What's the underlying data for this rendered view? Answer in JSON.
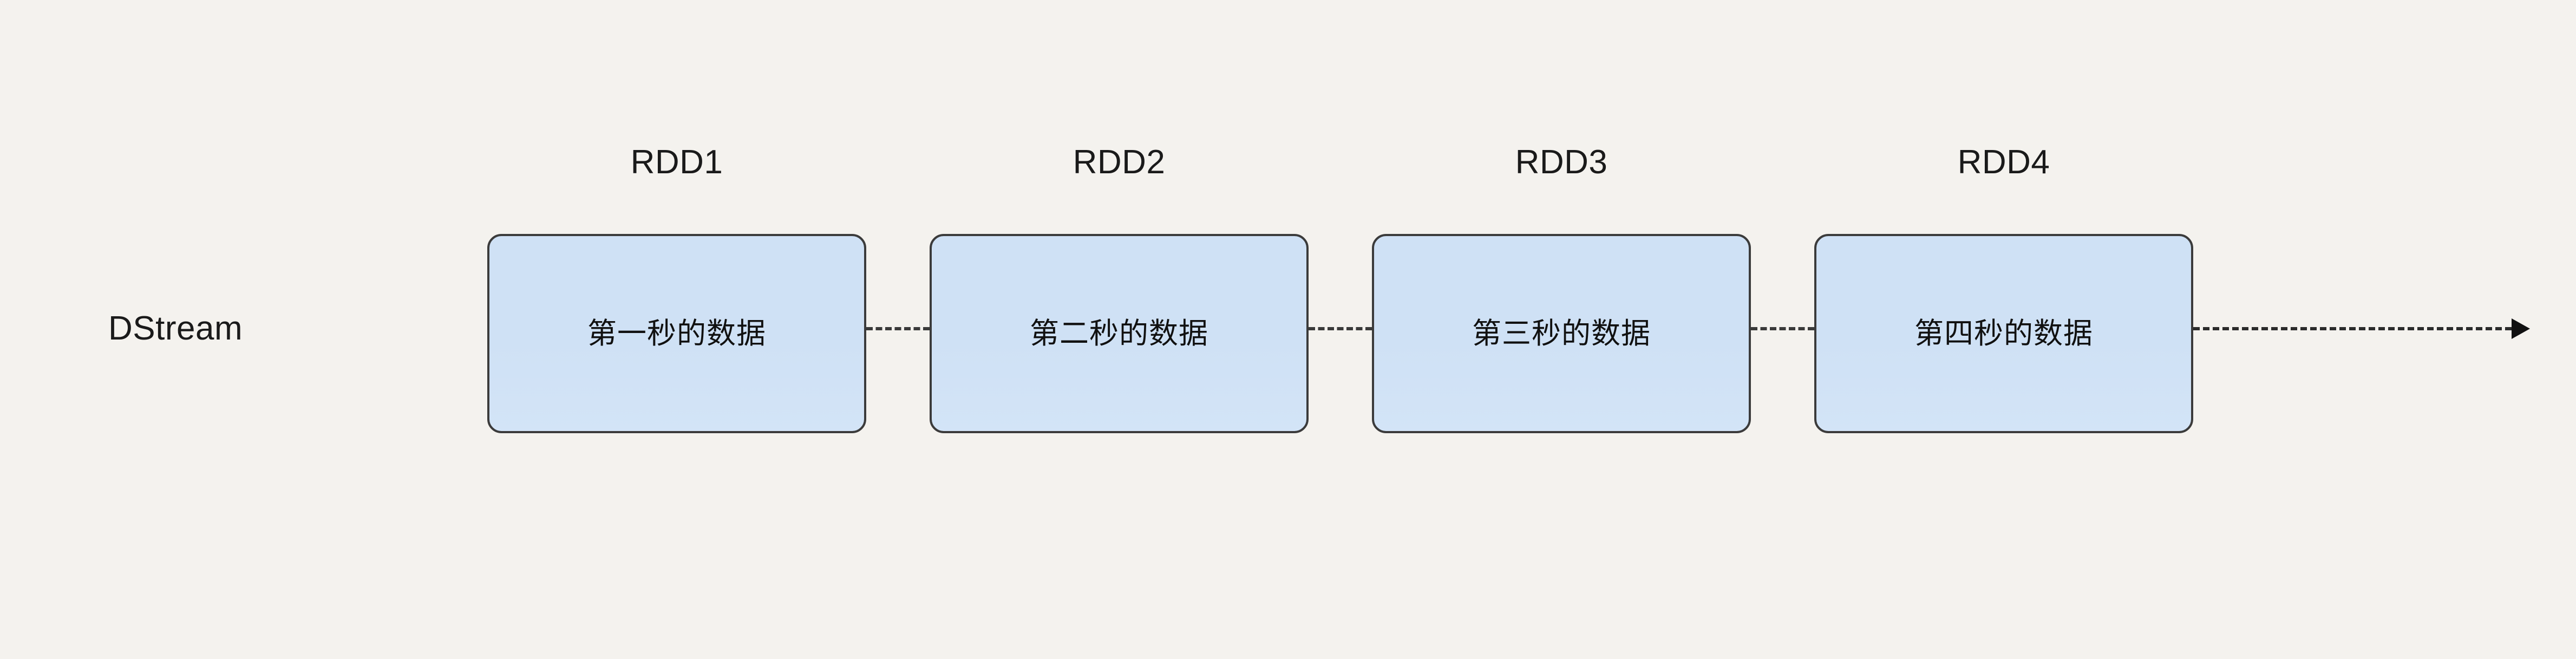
{
  "diagram": {
    "background_color": "#f4f2ee",
    "box_fill_color": "#cfe1f5",
    "box_border_color": "#3b3b3b",
    "text_color": "#111111",
    "connector_color": "#3a3a3a",
    "row_label": "DStream",
    "rdd_labels": [
      "RDD1",
      "RDD2",
      "RDD3",
      "RDD4"
    ],
    "boxes": [
      {
        "caption": "RDD1",
        "label": "第一秒的数据"
      },
      {
        "caption": "RDD2",
        "label": "第二秒的数据"
      },
      {
        "caption": "RDD3",
        "label": "第三秒的数据"
      },
      {
        "caption": "RDD4",
        "label": "第四秒的数据"
      }
    ],
    "connectors": [
      {
        "from": "RDD1",
        "to": "RDD2",
        "style": "dashed"
      },
      {
        "from": "RDD2",
        "to": "RDD3",
        "style": "dashed"
      },
      {
        "from": "RDD3",
        "to": "RDD4",
        "style": "dashed"
      }
    ],
    "continuation": {
      "style": "dashed",
      "arrowhead": "solid-triangle"
    }
  }
}
